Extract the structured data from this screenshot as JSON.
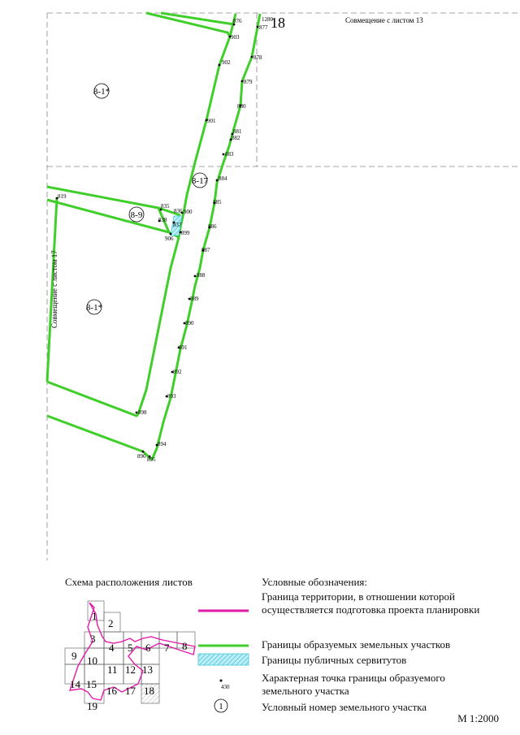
{
  "sheet": {
    "number": "18",
    "top_note": "Совмещение с листом 13",
    "left_note": "Совмещение с листом 17",
    "scale": "М 1:2000"
  },
  "parcels": [
    {
      "id": "8-1*"
    },
    {
      "id": "8-17"
    },
    {
      "id": "8-9"
    },
    {
      "id": "8-1*"
    }
  ],
  "points": [
    "876",
    "1280",
    "877",
    "903",
    "878",
    "902",
    "879",
    "880",
    "901",
    "881",
    "882",
    "883",
    "884",
    "885",
    "886",
    "887",
    "888",
    "889",
    "890",
    "891",
    "892",
    "893",
    "894",
    "895",
    "896",
    "898",
    "819",
    "835",
    "836",
    "900",
    "838",
    "837",
    "906",
    "899"
  ],
  "index_map": {
    "title": "Схема расположения листов",
    "sheets": [
      "1",
      "2",
      "3",
      "4",
      "5",
      "6",
      "7",
      "8",
      "9",
      "10",
      "11",
      "12",
      "13",
      "14",
      "15",
      "16",
      "17",
      "18",
      "19"
    ]
  },
  "legend": {
    "title": "Условные обозначения:",
    "items": [
      {
        "symbol": "magenta-line",
        "text": "Граница территории, в отношении которой осуществляется подготовка проекта планировки"
      },
      {
        "symbol": "green-line",
        "text": "Границы образуемых земельных участков"
      },
      {
        "symbol": "hatched-cyan",
        "text": "Границы публичных сервитутов"
      },
      {
        "symbol": "point",
        "sample": "430",
        "text": "Характерная точка границы образуемого земельного участка"
      },
      {
        "symbol": "circle",
        "sample": "1",
        "text": "Условный номер земельного участка"
      }
    ]
  },
  "colors": {
    "parcel": "#3fce2a",
    "territory": "#e21aa8",
    "servitude": "#42c7dc",
    "frame": "#777777"
  }
}
